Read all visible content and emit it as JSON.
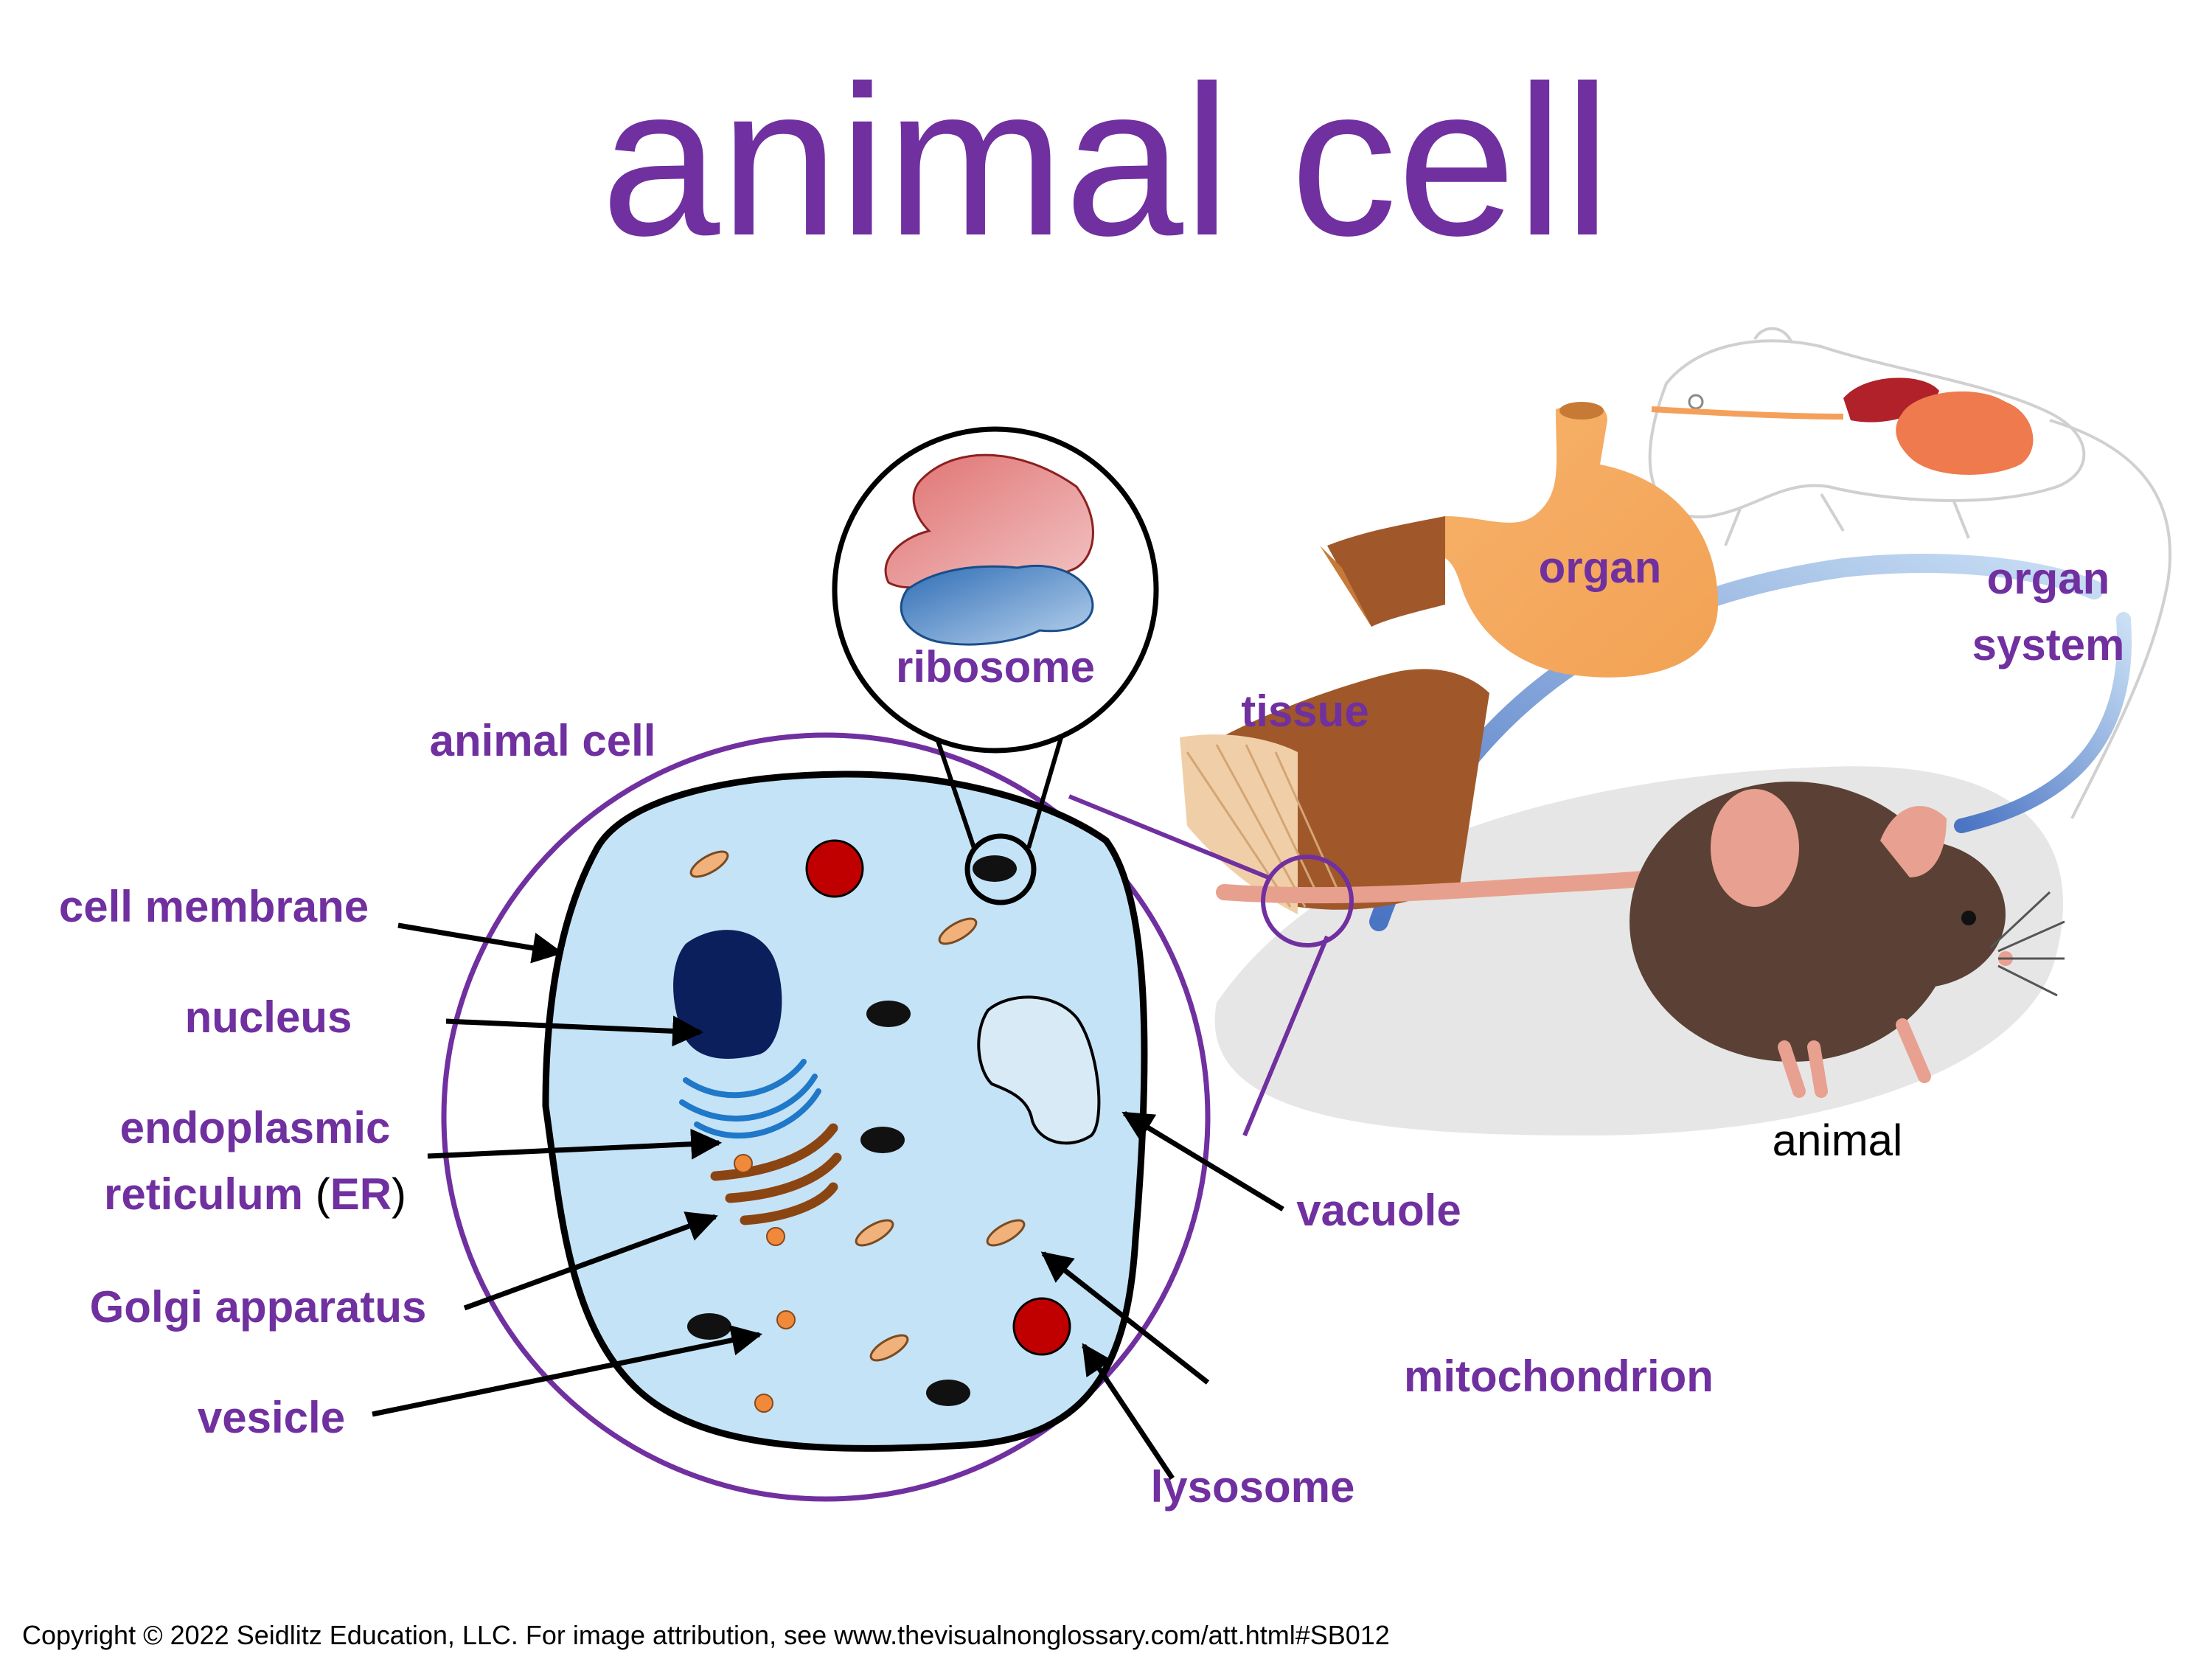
{
  "title": "animal cell",
  "labels": {
    "animal_cell": "animal cell",
    "cell_membrane": "cell membrane",
    "nucleus": "nucleus",
    "er_line1": "endoplasmic",
    "er_line2": "reticulum",
    "er_abbrev_open": "(",
    "er_abbrev": "ER",
    "er_abbrev_close": ")",
    "golgi": "Golgi apparatus",
    "vesicle": "vesicle",
    "ribosome": "ribosome",
    "vacuole": "vacuole",
    "mitochondrion": "mitochondrion",
    "lysosome": "lysosome",
    "tissue": "tissue",
    "organ": "organ",
    "organ_system_line1": "organ",
    "organ_system_line2": "system",
    "animal": "animal"
  },
  "footer": {
    "copyright": "Copyright © 2022 Seidlitz Education, LLC.  For image attribution, see www.thevisualnonglossary.com/att.html#SB012"
  },
  "colors": {
    "accent": "#7030a0",
    "cytoplasm": "#c5e3f7",
    "nucleus": "#0b1f5c",
    "lysosome": "#c00000",
    "golgi": "#8b4513",
    "er": "#1f78c8",
    "vesicle": "#f08a3a"
  }
}
